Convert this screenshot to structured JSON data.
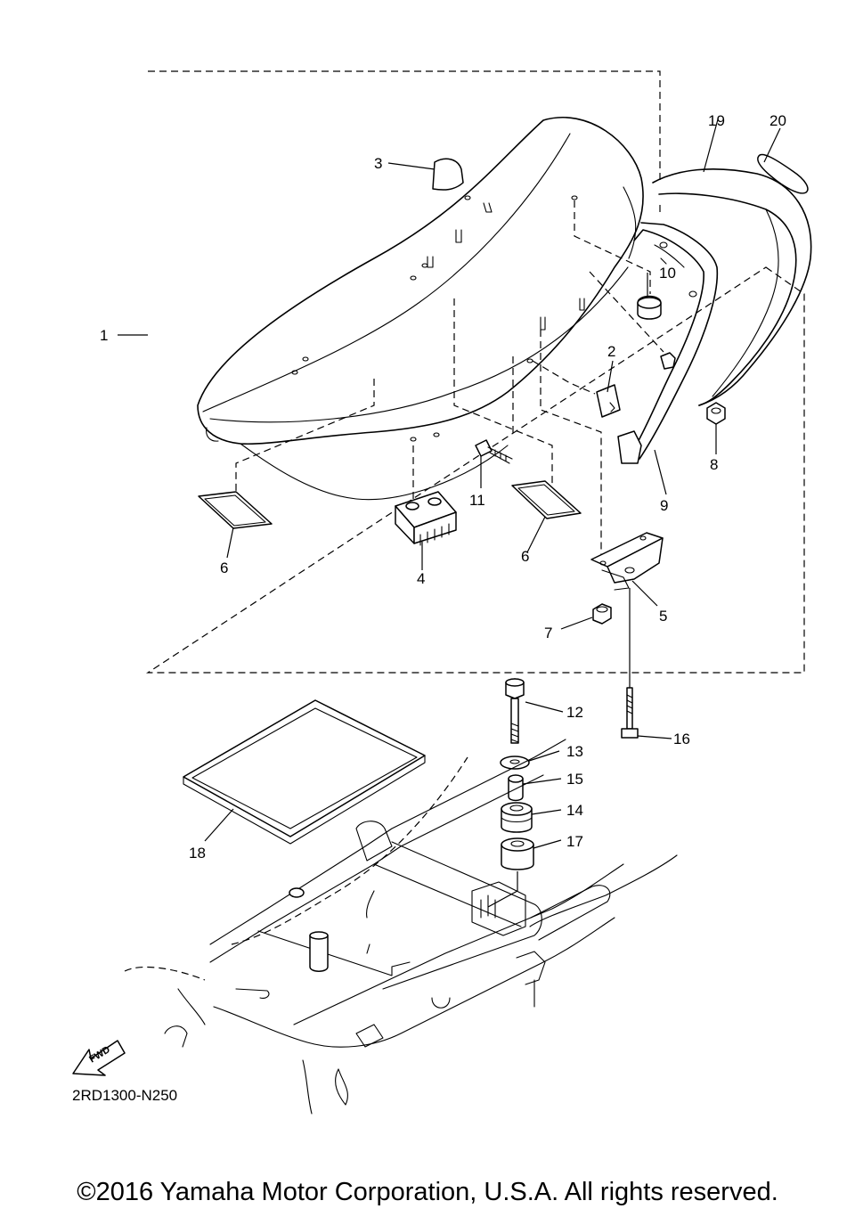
{
  "diagram_code": "2RD1300-N250",
  "copyright": "©2016 Yamaha Motor Corporation, U.S.A. All rights reserved.",
  "forward_label": "FWD",
  "callouts": [
    "1",
    "2",
    "3",
    "4",
    "5",
    "6",
    "6",
    "7",
    "8",
    "9",
    "10",
    "11",
    "12",
    "13",
    "14",
    "15",
    "16",
    "17",
    "18",
    "19",
    "20"
  ]
}
